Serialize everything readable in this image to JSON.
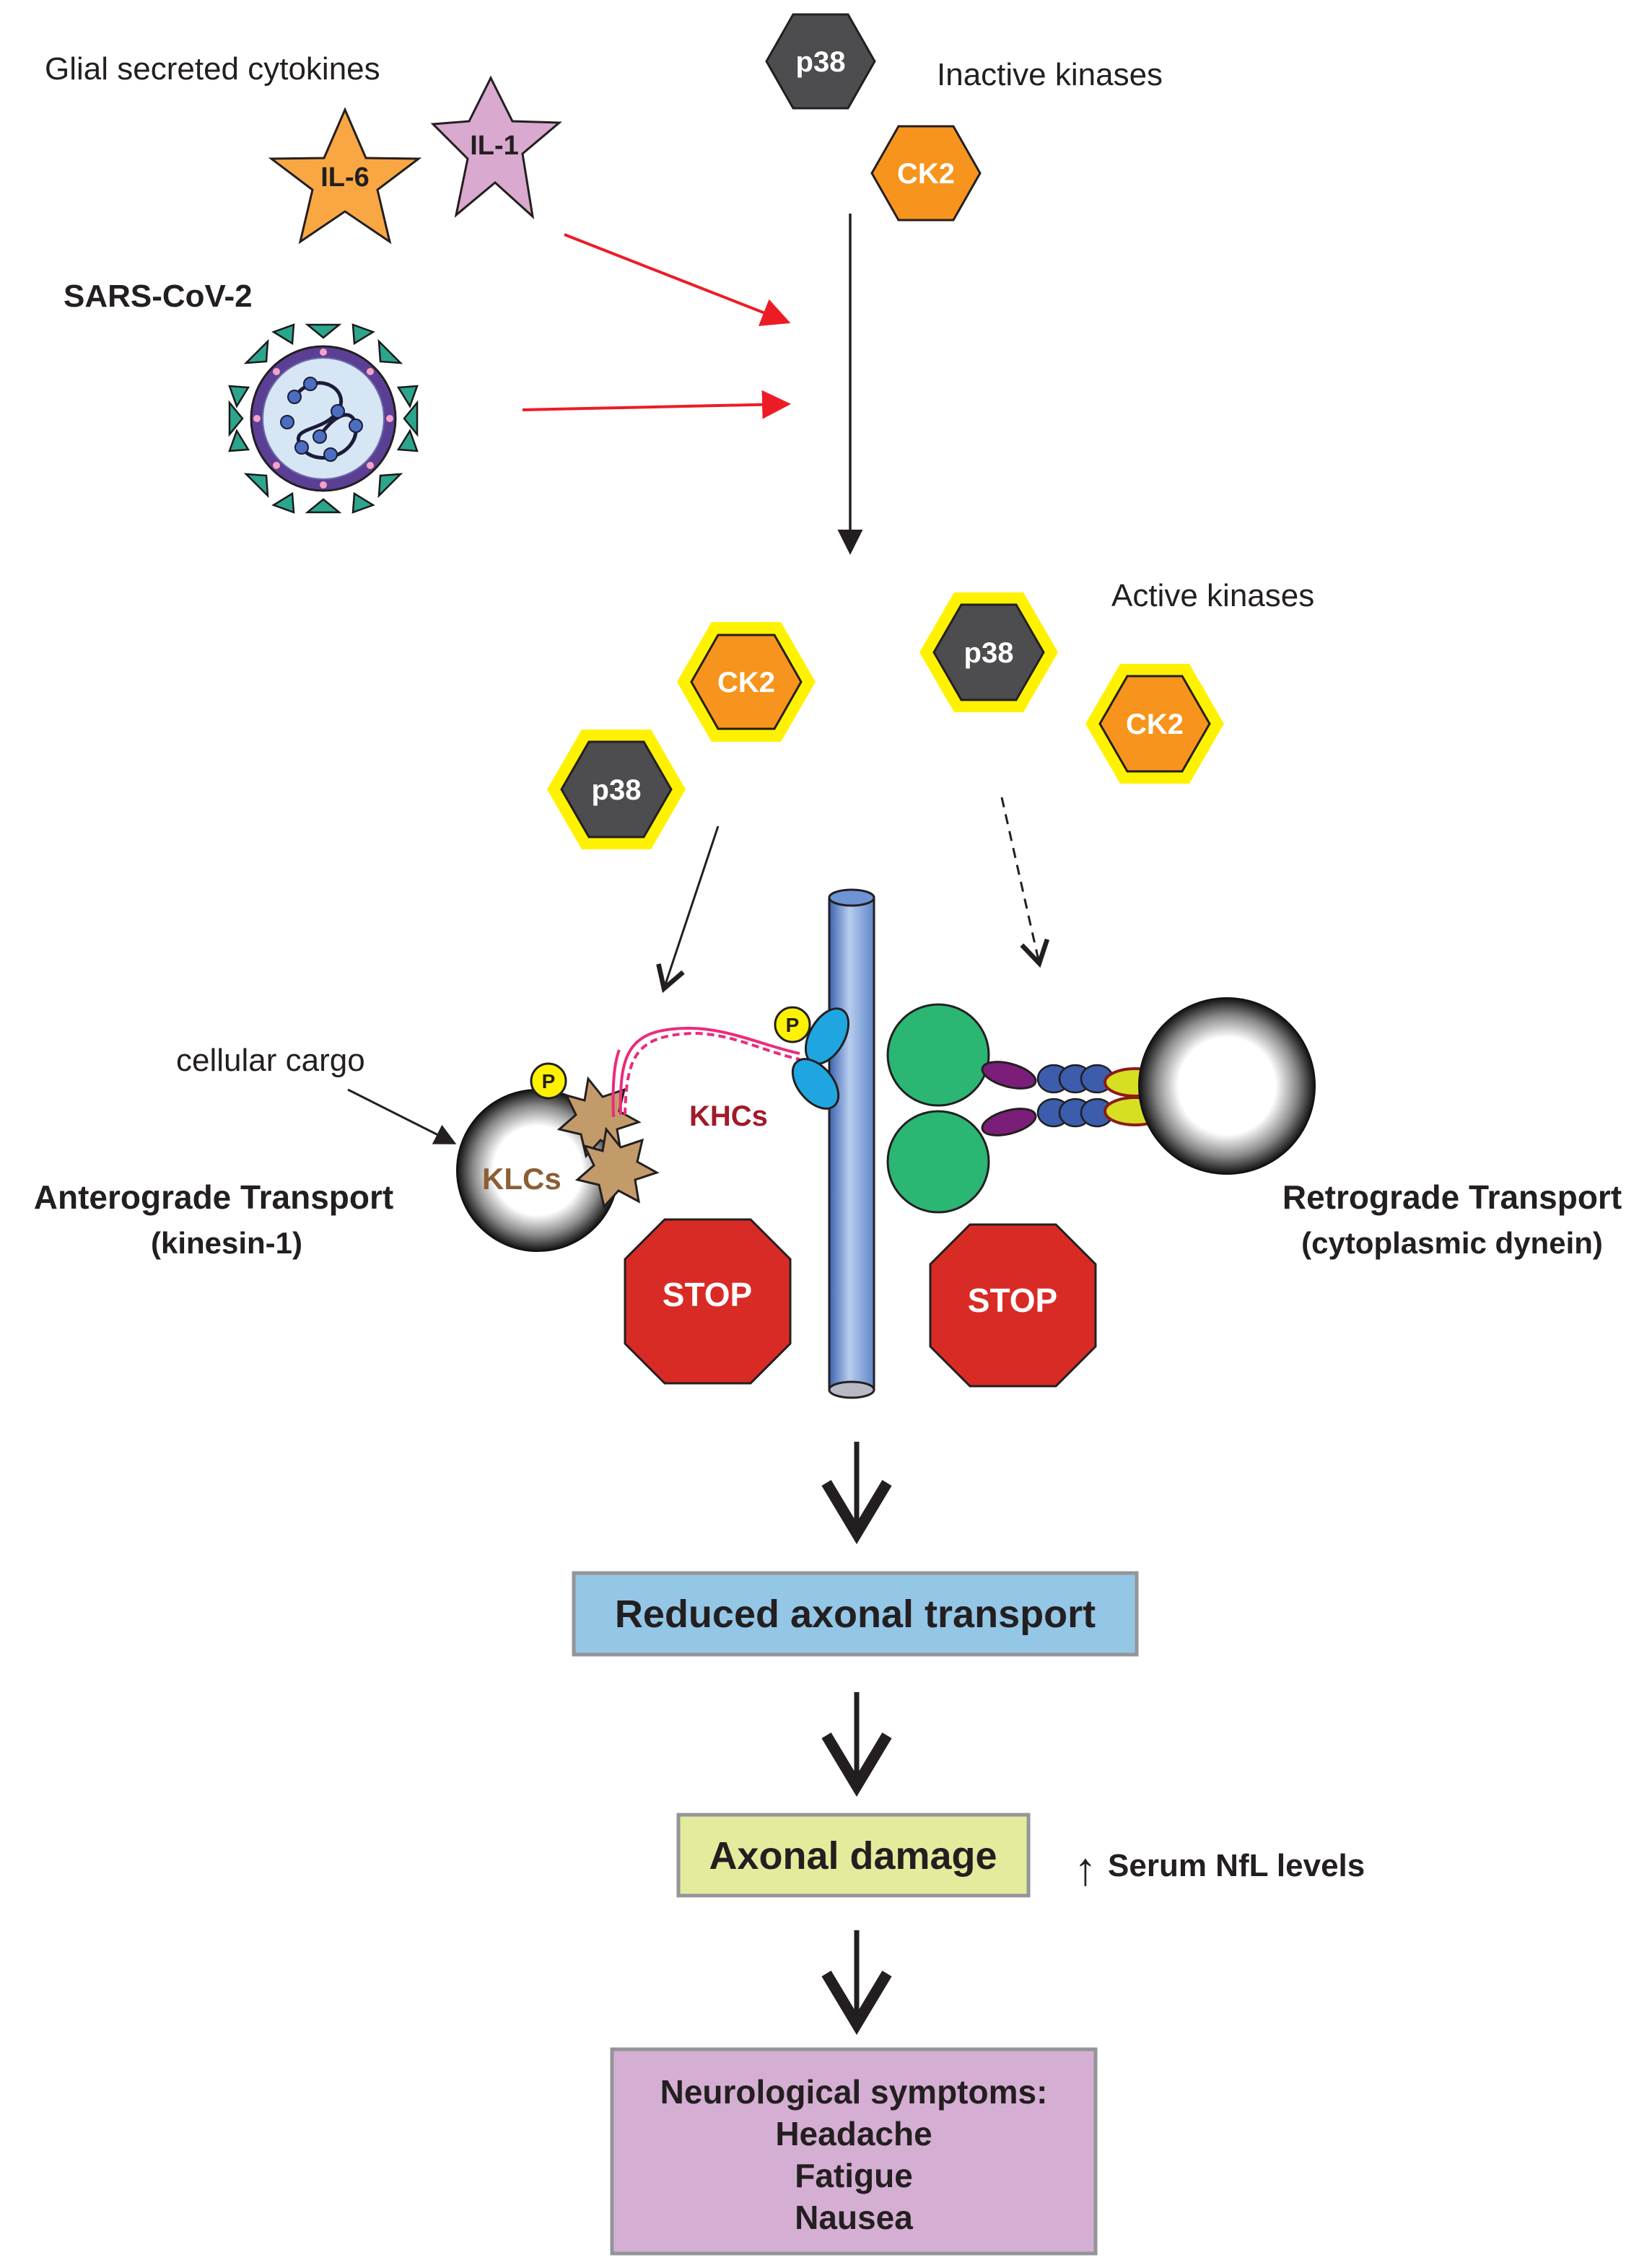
{
  "cytokines": {
    "title": "Glial secreted cytokines",
    "il6": "IL-6",
    "il1": "IL-1"
  },
  "virus": {
    "label": "SARS-CoV-2"
  },
  "inactive": {
    "label": "Inactive kinases",
    "p38": "p38",
    "ck2": "CK2"
  },
  "active": {
    "label": "Active kinases",
    "ck2_left": "CK2",
    "p38_left": "p38",
    "p38_right": "p38",
    "ck2_right": "CK2"
  },
  "motor": {
    "cargo_label": "cellular cargo",
    "phospho_1": "P",
    "phospho_2": "P",
    "klcs": "KLCs",
    "khcs": "KHCs",
    "anterograde_title": "Anterograde Transport",
    "anterograde_sub": "(kinesin-1)",
    "retrograde_title": "Retrograde Transport",
    "retrograde_sub": "(cytoplasmic dynein)",
    "stop_left": "STOP",
    "stop_right": "STOP"
  },
  "outcomes": {
    "reduced": "Reduced axonal transport",
    "damage": "Axonal damage",
    "nfl_arrow": "↑",
    "nfl": "Serum NfL levels",
    "symptoms_title": "Neurological symptoms:",
    "symptom_1": "Headache",
    "symptom_2": "Fatigue",
    "symptom_3": "Nausea"
  },
  "colors": {
    "kinase_p38": "#4d4d4f",
    "kinase_ck2": "#f7941d",
    "active_halo": "#fff200",
    "il6": "#f9a743",
    "il1": "#d9a9d0",
    "stop": "#d92b26",
    "reduced_box": "#94c6e6",
    "damage_box": "#e4eb9c",
    "symptoms_box": "#d5aed3",
    "red_arrow": "#ed1c24"
  }
}
